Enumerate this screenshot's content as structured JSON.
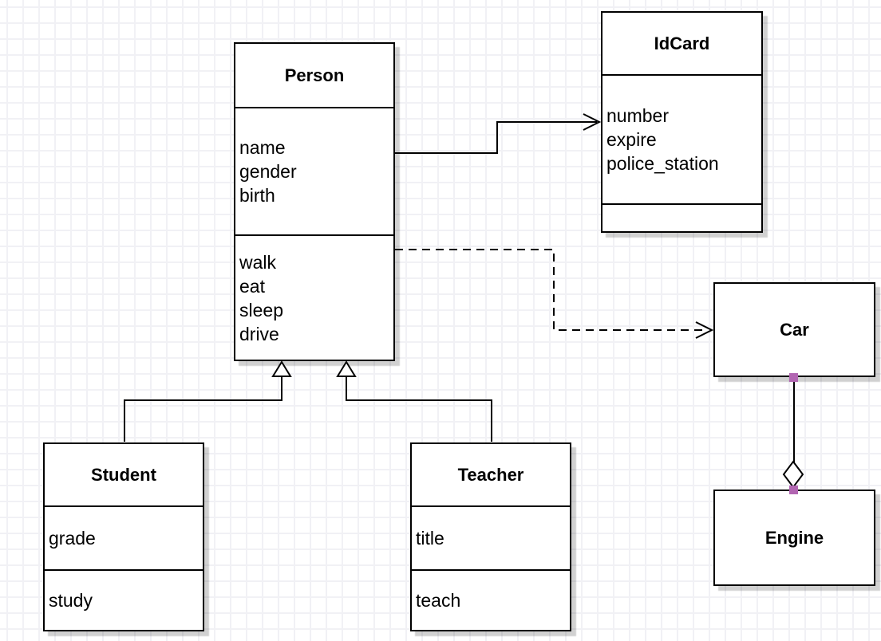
{
  "diagram": {
    "kind": "uml-class-diagram",
    "background": "#ffffff",
    "grid_color": "#f1f1f5"
  },
  "colors": {
    "box_fill": "#ffffff",
    "box_border": "#000000",
    "edge": "#000000",
    "handle": "#b266b2",
    "shadow": "#d4d4d4"
  },
  "classes": {
    "person": {
      "name": "Person",
      "attributes": [
        "name",
        "gender",
        "birth"
      ],
      "methods": [
        "walk",
        "eat",
        "sleep",
        "drive"
      ]
    },
    "idcard": {
      "name": "IdCard",
      "attributes": [
        "number",
        "expire",
        "police_station"
      ],
      "methods": []
    },
    "student": {
      "name": "Student",
      "attributes": [
        "grade"
      ],
      "methods": [
        "study"
      ]
    },
    "teacher": {
      "name": "Teacher",
      "attributes": [
        "title"
      ],
      "methods": [
        "teach"
      ]
    },
    "car": {
      "name": "Car",
      "attributes": [],
      "methods": []
    },
    "engine": {
      "name": "Engine",
      "attributes": [],
      "methods": []
    }
  },
  "edges": [
    {
      "from": "Person",
      "to": "IdCard",
      "type": "association",
      "line": "solid",
      "arrow": "open-arrow"
    },
    {
      "from": "Person",
      "to": "Car",
      "type": "dependency",
      "line": "dashed",
      "arrow": "open-arrow"
    },
    {
      "from": "Student",
      "to": "Person",
      "type": "generalization",
      "line": "solid",
      "arrow": "hollow-triangle"
    },
    {
      "from": "Teacher",
      "to": "Person",
      "type": "generalization",
      "line": "solid",
      "arrow": "hollow-triangle"
    },
    {
      "from": "Car",
      "to": "Engine",
      "type": "aggregation",
      "line": "solid",
      "arrow": "hollow-diamond",
      "endpoint_handles": "purple-square"
    }
  ]
}
